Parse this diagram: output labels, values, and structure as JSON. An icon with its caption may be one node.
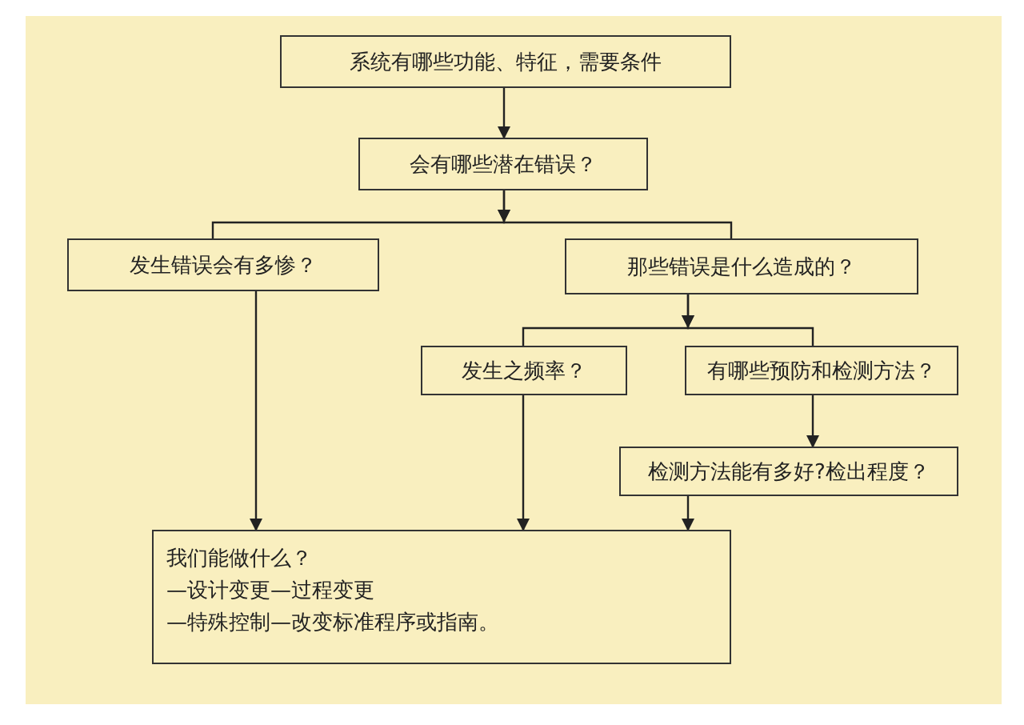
{
  "diagram": {
    "nodes": [
      {
        "text": [
          "系统有哪些功能、特征，需要条件"
        ]
      },
      {
        "text": [
          "会有哪些潜在错误？"
        ]
      },
      {
        "text": [
          "发生错误会有多惨？"
        ]
      },
      {
        "text": [
          "那些错误是什么造成的？"
        ]
      },
      {
        "text": [
          "发生之频率？"
        ]
      },
      {
        "text": [
          "有哪些预防和检测方法？"
        ]
      },
      {
        "text": [
          "检测方法能有多好?检出程度？"
        ]
      },
      {
        "text": [
          "我们能做什么？",
          "—设计变更—过程变更",
          "—特殊控制—改变标准程序或指南。"
        ]
      }
    ],
    "edges": [
      {
        "from": 0,
        "to": 1,
        "arrow": "to"
      },
      {
        "from": 1,
        "to": 2,
        "arrow": "to"
      },
      {
        "from": 1,
        "to": 3,
        "arrow": "to"
      },
      {
        "from": 3,
        "to": 4,
        "arrow": "to"
      },
      {
        "from": 3,
        "to": 5,
        "arrow": "to"
      },
      {
        "from": 5,
        "to": 6,
        "arrow": "to"
      },
      {
        "from": 2,
        "to": 7,
        "arrow": "to"
      },
      {
        "from": 4,
        "to": 7,
        "arrow": "to"
      },
      {
        "from": 6,
        "to": 7,
        "arrow": "to"
      }
    ]
  }
}
